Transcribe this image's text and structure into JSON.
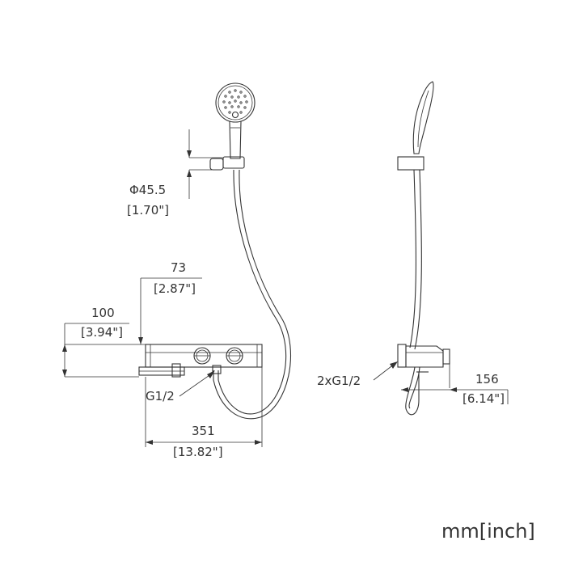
{
  "front_view": {
    "diameter_label": "Φ45.5",
    "diameter_inch": "[1.70\"]",
    "offset_label": "73",
    "offset_inch": "[2.87\"]",
    "height_label": "100",
    "height_inch": "[3.94\"]",
    "inlet_label": "G1/2",
    "width_label": "351",
    "width_inch": "[13.82\"]"
  },
  "side_view": {
    "inlet_label": "2xG1/2",
    "depth_label": "156",
    "depth_inch": "[6.14\"]"
  },
  "unit_note": "mm[inch]",
  "colors": {
    "line": "#333333",
    "background": "#ffffff"
  }
}
